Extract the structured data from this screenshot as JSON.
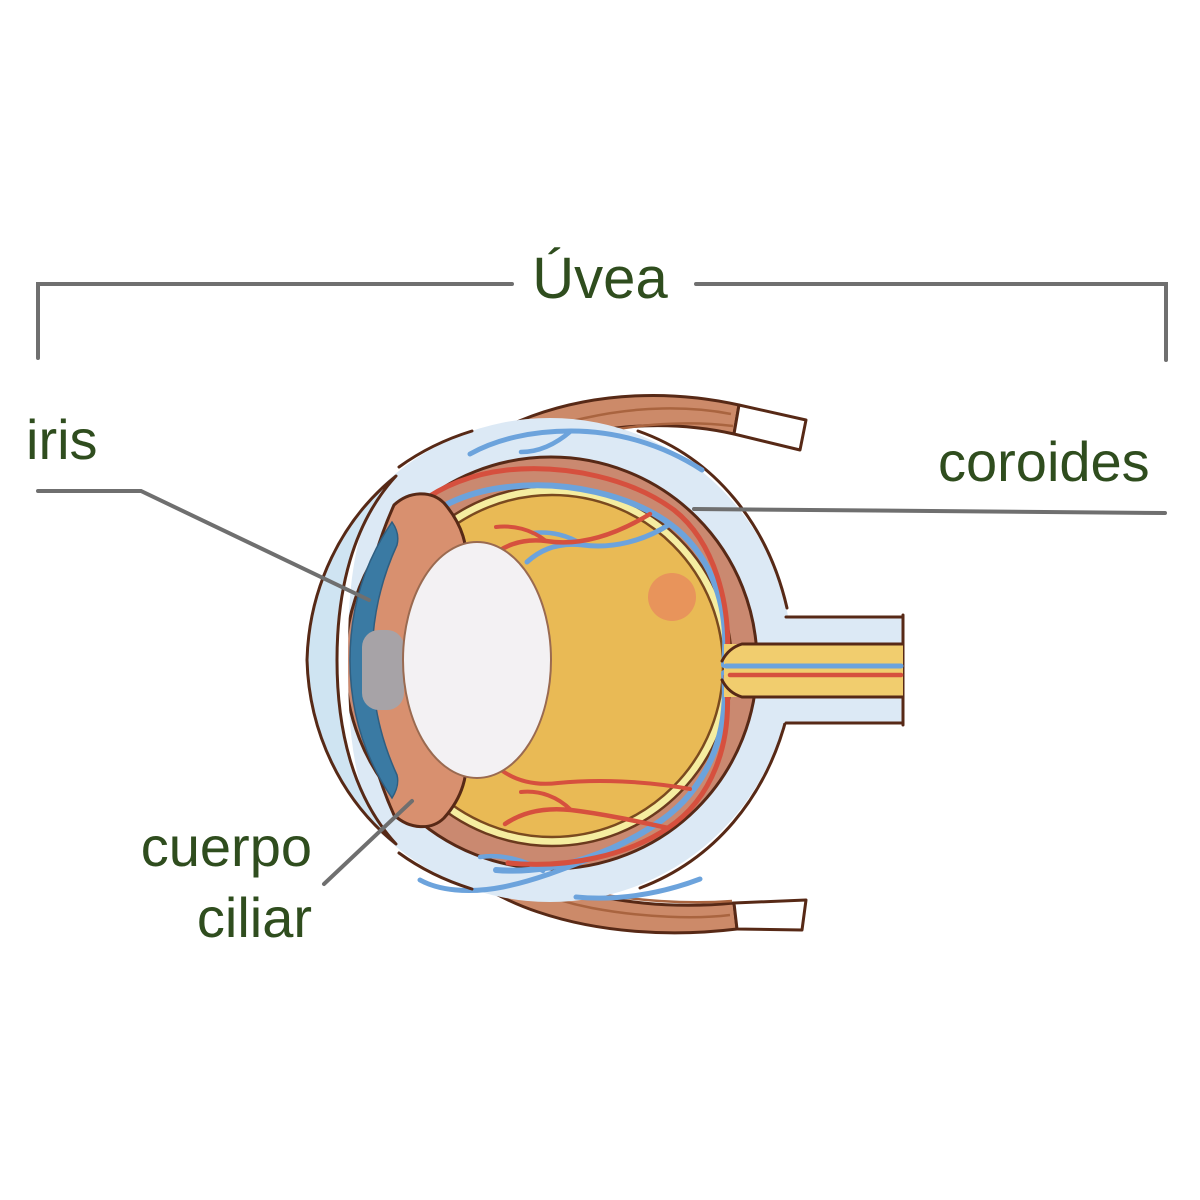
{
  "figure": {
    "type": "anatomical-diagram",
    "subject": "uvea - cross section of the human eye"
  },
  "labels": {
    "uvea": "Úvea",
    "iris": "iris",
    "coroides": "coroides",
    "cuerpo_ciliar_line1": "cuerpo",
    "cuerpo_ciliar_line2": "ciliar"
  },
  "parts_depicted": [
    "uvea",
    "iris",
    "coroides",
    "cuerpo ciliar",
    "esclera",
    "retina",
    "cristalino",
    "pupila",
    "cornea",
    "nervio optico",
    "musculos extraoculares",
    "macula",
    "vasos sanguineos"
  ],
  "colors": {
    "background": "#ffffff",
    "label_green": "#2f4d1e",
    "leader_gray": "#6f6f6f",
    "outline": "#572916",
    "sclera": "#dce9f5",
    "cornea": "#cfe4f2",
    "choroid": "#ca8970",
    "retina": "#f5eda0",
    "vitreous": "#e9ba55",
    "iris_blue": "#3a7aa3",
    "ciliary": "#d8906f",
    "mauve": "#a95f58",
    "lens": "#f3f1f3",
    "pupil": "#a7a3a7",
    "muscle": "#cc8a69",
    "muscle_stripe": "#a9643f",
    "tendon": "#ffffff",
    "nerve": "#f1cd6e",
    "vessel_red": "#d6503e",
    "vessel_blue": "#6ca3dc",
    "macula": "#e8945b"
  }
}
